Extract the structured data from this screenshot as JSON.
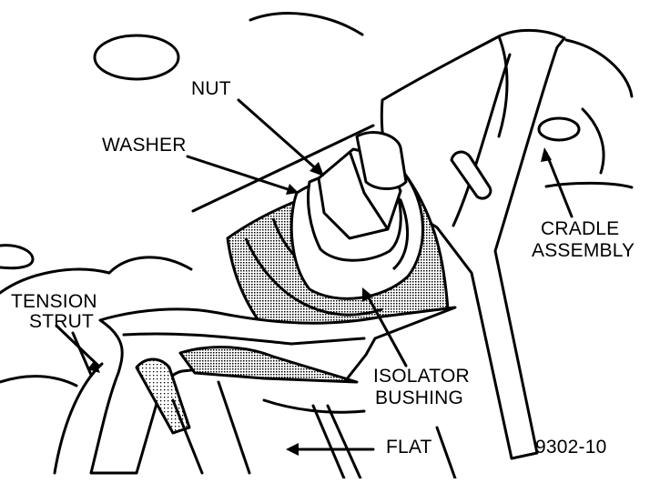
{
  "labels": {
    "nut": "NUT",
    "washer": "WASHER",
    "cradle_line1": "CRADLE",
    "cradle_line2": "ASSEMBLY",
    "tension_line1": "TENSION",
    "tension_line2": "STRUT",
    "isolator_line1": "ISOLATOR",
    "isolator_line2": "BUSHING",
    "flat": "FLAT",
    "figure_number": "9302-10"
  }
}
